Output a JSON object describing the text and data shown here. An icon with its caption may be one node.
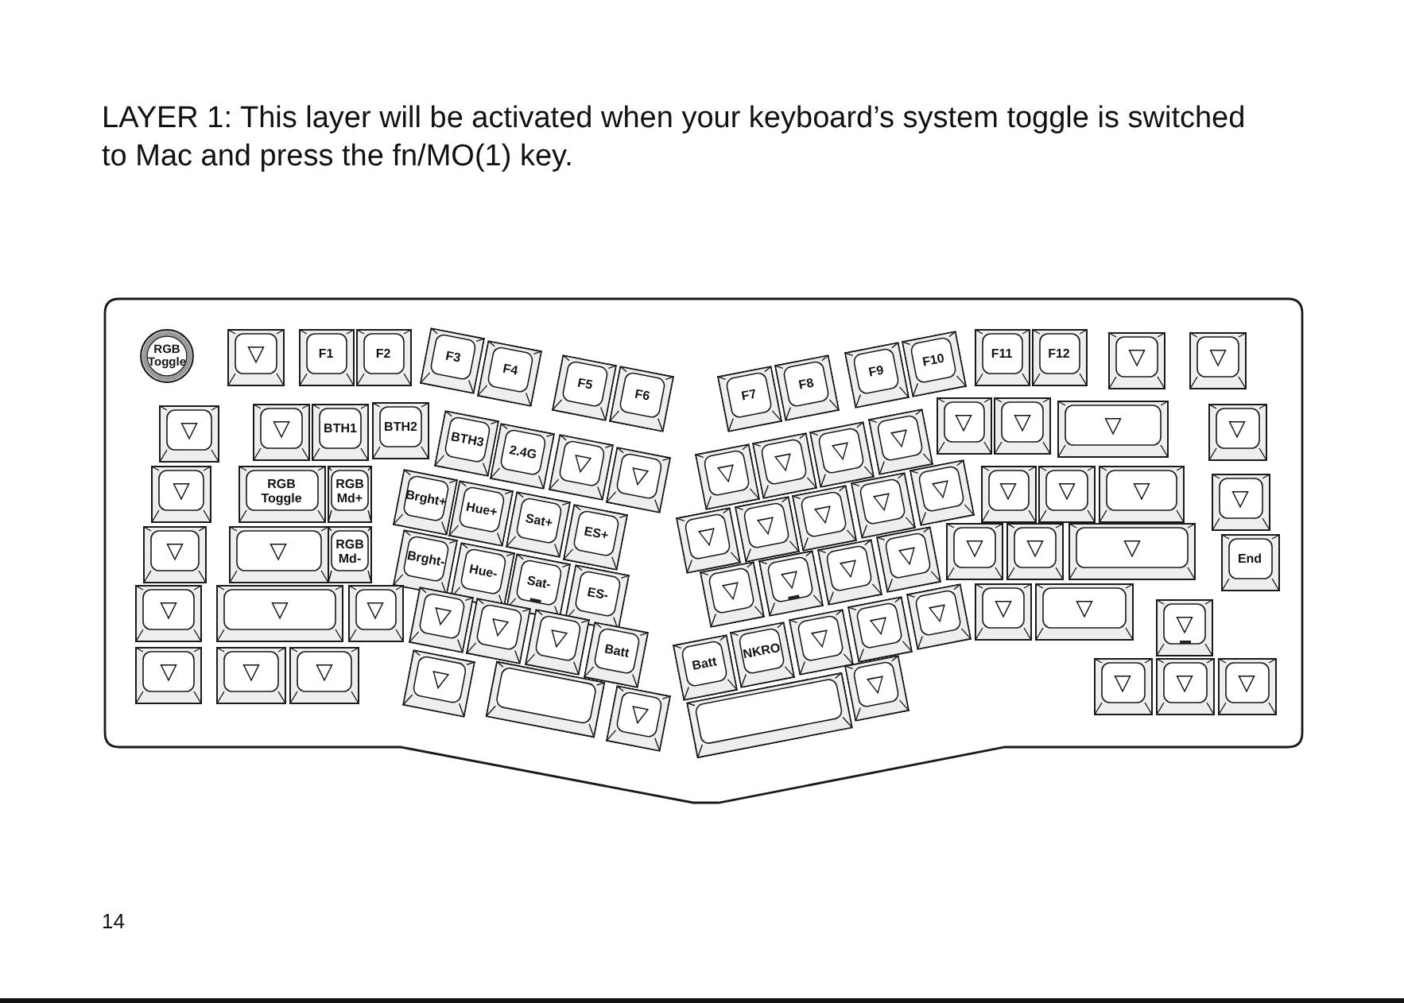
{
  "diagram": {
    "title": "LAYER 1: This layer will be activated when your keyboard’s system toggle is switched to Mac and press the fn/MO(1) key.",
    "nodes": [
      {
        "text": [
          "RGB Toggle"
        ]
      },
      {
        "text": [
          "▽"
        ]
      },
      {
        "text": [
          "F1"
        ]
      },
      {
        "text": [
          "F2"
        ]
      },
      {
        "text": [
          "F3"
        ]
      },
      {
        "text": [
          "F4"
        ]
      },
      {
        "text": [
          "F5"
        ]
      },
      {
        "text": [
          "F6"
        ]
      },
      {
        "text": [
          "F7"
        ]
      },
      {
        "text": [
          "F8"
        ]
      },
      {
        "text": [
          "F9"
        ]
      },
      {
        "text": [
          "F10"
        ]
      },
      {
        "text": [
          "F11"
        ]
      },
      {
        "text": [
          "F12"
        ]
      },
      {
        "text": [
          "▽"
        ]
      },
      {
        "text": [
          "▽"
        ]
      },
      {
        "text": [
          "▽"
        ]
      },
      {
        "text": [
          "▽"
        ]
      },
      {
        "text": [
          "BTH1"
        ]
      },
      {
        "text": [
          "BTH2"
        ]
      },
      {
        "text": [
          "BTH3"
        ]
      },
      {
        "text": [
          "2.4G"
        ]
      },
      {
        "text": [
          "▽"
        ]
      },
      {
        "text": [
          "▽"
        ]
      },
      {
        "text": [
          "▽"
        ]
      },
      {
        "text": [
          "▽"
        ]
      },
      {
        "text": [
          "▽"
        ]
      },
      {
        "text": [
          "▽"
        ]
      },
      {
        "text": [
          "▽"
        ]
      },
      {
        "text": [
          "▽"
        ]
      },
      {
        "text": [
          "▽"
        ]
      },
      {
        "text": [
          "▽"
        ]
      },
      {
        "text": [
          "▽"
        ]
      },
      {
        "text": [
          "RGB Toggle"
        ]
      },
      {
        "text": [
          "RGB Md+"
        ]
      },
      {
        "text": [
          "Brght+"
        ]
      },
      {
        "text": [
          "Hue+"
        ]
      },
      {
        "text": [
          "Sat+"
        ]
      },
      {
        "text": [
          "ES+"
        ]
      },
      {
        "text": [
          "▽"
        ]
      },
      {
        "text": [
          "▽"
        ]
      },
      {
        "text": [
          "▽"
        ]
      },
      {
        "text": [
          "▽"
        ]
      },
      {
        "text": [
          "▽"
        ]
      },
      {
        "text": [
          "▽"
        ]
      },
      {
        "text": [
          "▽"
        ]
      },
      {
        "text": [
          "▽"
        ]
      },
      {
        "text": [
          "▽"
        ]
      },
      {
        "text": [
          "▽"
        ]
      },
      {
        "text": [
          "▽"
        ]
      },
      {
        "text": [
          "RGB Md-"
        ]
      },
      {
        "text": [
          "Brght-"
        ]
      },
      {
        "text": [
          "Hue-"
        ]
      },
      {
        "text": [
          "Sat-"
        ]
      },
      {
        "text": [
          "ES-"
        ]
      },
      {
        "text": [
          "▽"
        ]
      },
      {
        "text": [
          "▽"
        ]
      },
      {
        "text": [
          "▽"
        ]
      },
      {
        "text": [
          "▽"
        ]
      },
      {
        "text": [
          "▽"
        ]
      },
      {
        "text": [
          "▽"
        ]
      },
      {
        "text": [
          "▽"
        ]
      },
      {
        "text": [
          "End"
        ]
      },
      {
        "text": [
          "▽"
        ]
      },
      {
        "text": [
          "▽"
        ]
      },
      {
        "text": [
          "▽"
        ]
      },
      {
        "text": [
          "▽"
        ]
      },
      {
        "text": [
          "▽"
        ]
      },
      {
        "text": [
          "▽"
        ]
      },
      {
        "text": [
          "Batt"
        ]
      },
      {
        "text": [
          "Batt"
        ]
      },
      {
        "text": [
          "NKRO"
        ]
      },
      {
        "text": [
          "▽"
        ]
      },
      {
        "text": [
          "▽"
        ]
      },
      {
        "text": [
          "▽"
        ]
      },
      {
        "text": [
          "▽"
        ]
      },
      {
        "text": [
          "▽"
        ]
      },
      {
        "text": [
          "▽"
        ]
      },
      {
        "text": [
          "▽"
        ]
      },
      {
        "text": [
          "▽"
        ]
      },
      {
        "text": [
          "▽"
        ]
      },
      {
        "text": [
          "▽"
        ]
      },
      {
        "text": [],
        "shape": "box"
      },
      {
        "text": [
          "▽"
        ]
      },
      {
        "text": [],
        "shape": "box"
      },
      {
        "text": [
          "▽"
        ]
      },
      {
        "text": [
          "▽"
        ]
      },
      {
        "text": [
          "▽"
        ]
      },
      {
        "text": [
          "▽"
        ]
      }
    ],
    "labels": [
      "14"
    ]
  }
}
